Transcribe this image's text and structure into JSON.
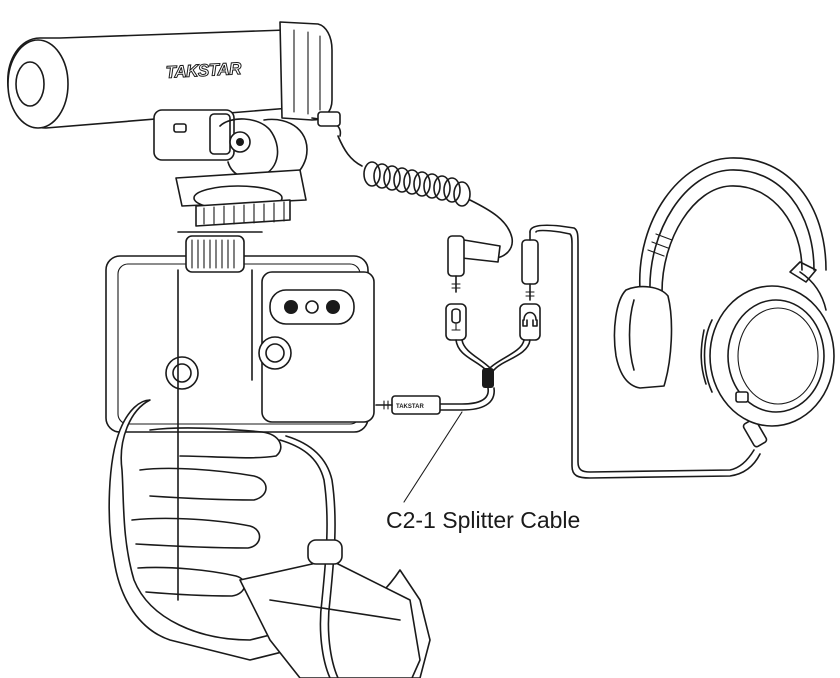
{
  "diagram": {
    "callout_label": "C2-1 Splitter Cable",
    "brand_mic": "TAKSTAR",
    "brand_cable": "TAKSTAR",
    "icons": {
      "mic_connector": "microphone-icon",
      "headphone_connector": "headphone-icon"
    }
  }
}
